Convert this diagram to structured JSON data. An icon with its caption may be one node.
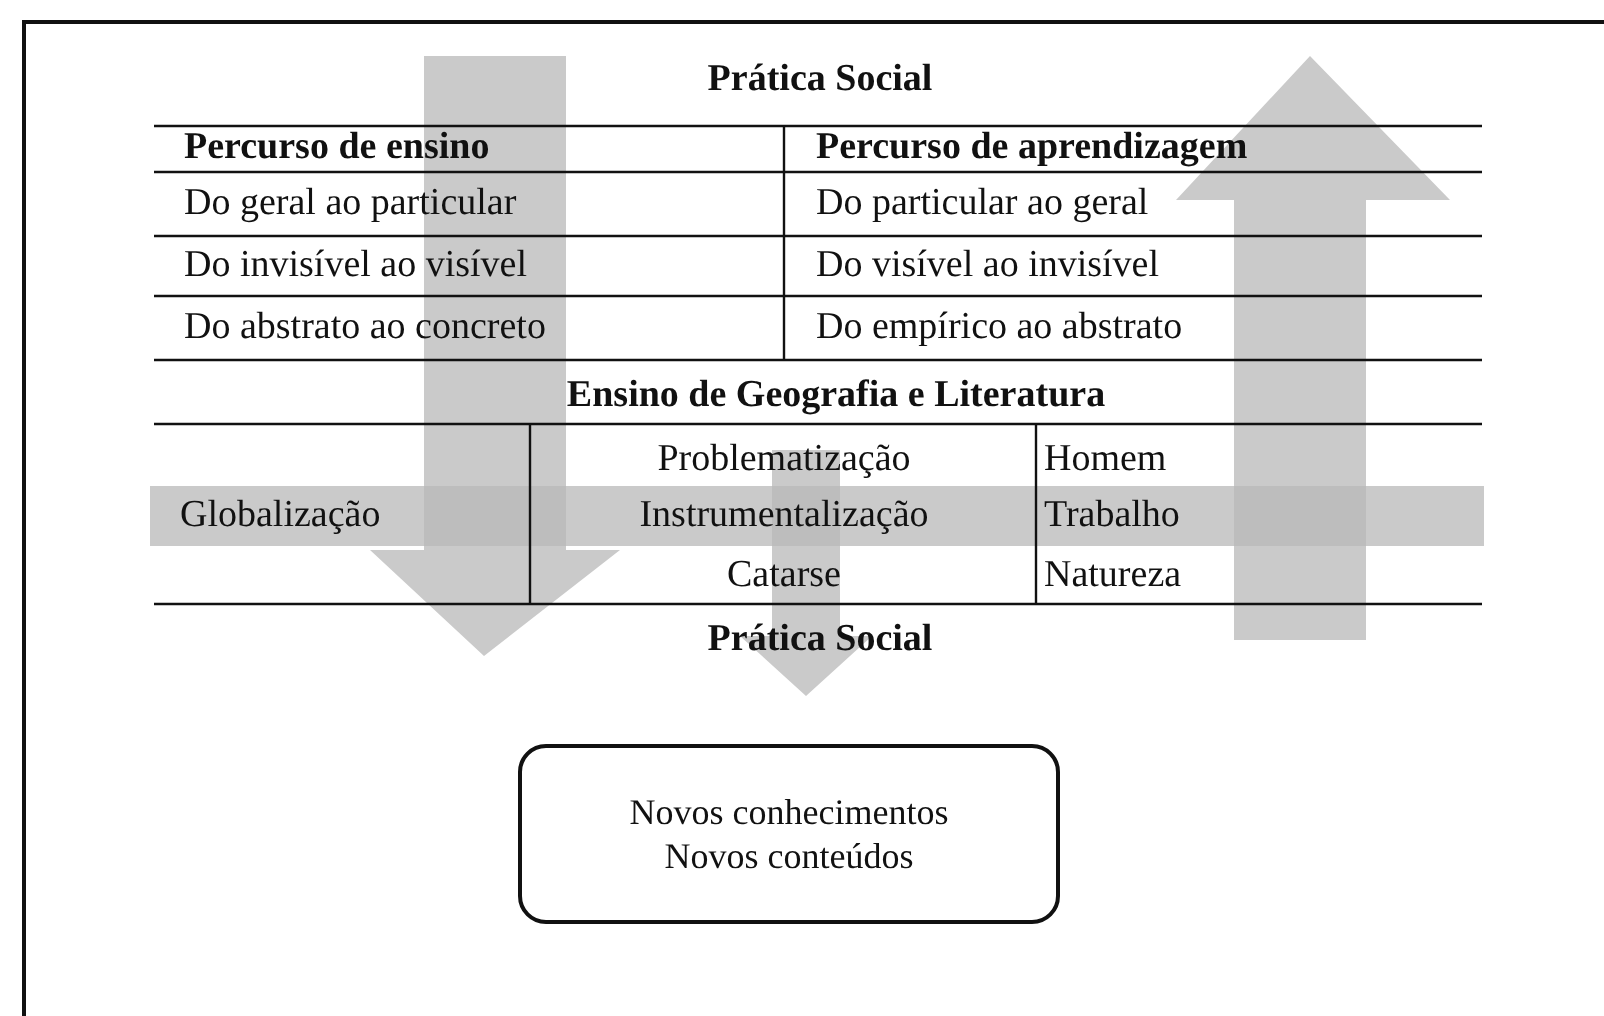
{
  "diagram": {
    "nodes": [
      {
        "text": [
          "Novos conhecimentos",
          "Novos conteúdos"
        ]
      }
    ],
    "labels": [
      "Prática Social",
      "Percurso de ensino",
      "Percurso de aprendizagem",
      "Do geral ao particular",
      "Do particular ao geral",
      "Do invisível ao visível",
      "Do visível ao invisível",
      "Do abstrato ao concreto",
      "Do empírico ao abstrato",
      "Ensino de Geografia e Literatura",
      "Globalização",
      "Problematização",
      "Homem",
      "Instrumentalização",
      "Trabalho",
      "Catarse",
      "Natureza",
      "Prática Social"
    ]
  }
}
